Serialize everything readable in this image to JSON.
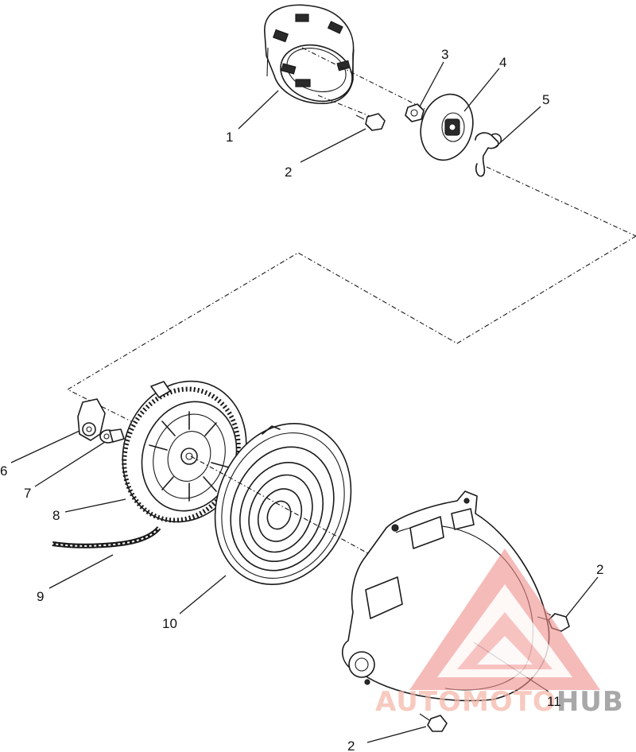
{
  "callouts": [
    {
      "id": "1",
      "text": "1"
    },
    {
      "id": "2a",
      "text": "2"
    },
    {
      "id": "3",
      "text": "3"
    },
    {
      "id": "4",
      "text": "4"
    },
    {
      "id": "5",
      "text": "5"
    },
    {
      "id": "6",
      "text": "6"
    },
    {
      "id": "7",
      "text": "7"
    },
    {
      "id": "8",
      "text": "8"
    },
    {
      "id": "9",
      "text": "9"
    },
    {
      "id": "10",
      "text": "10"
    },
    {
      "id": "2b",
      "text": "2"
    },
    {
      "id": "11",
      "text": "11"
    },
    {
      "id": "2c",
      "text": "2"
    }
  ],
  "watermark": {
    "part1": "AUTOMOTO",
    "part2": "HUB",
    "color_primary": "#f5b7a8",
    "color_secondary": "#9a9a9a",
    "triangle_color": "#f08f8a"
  }
}
